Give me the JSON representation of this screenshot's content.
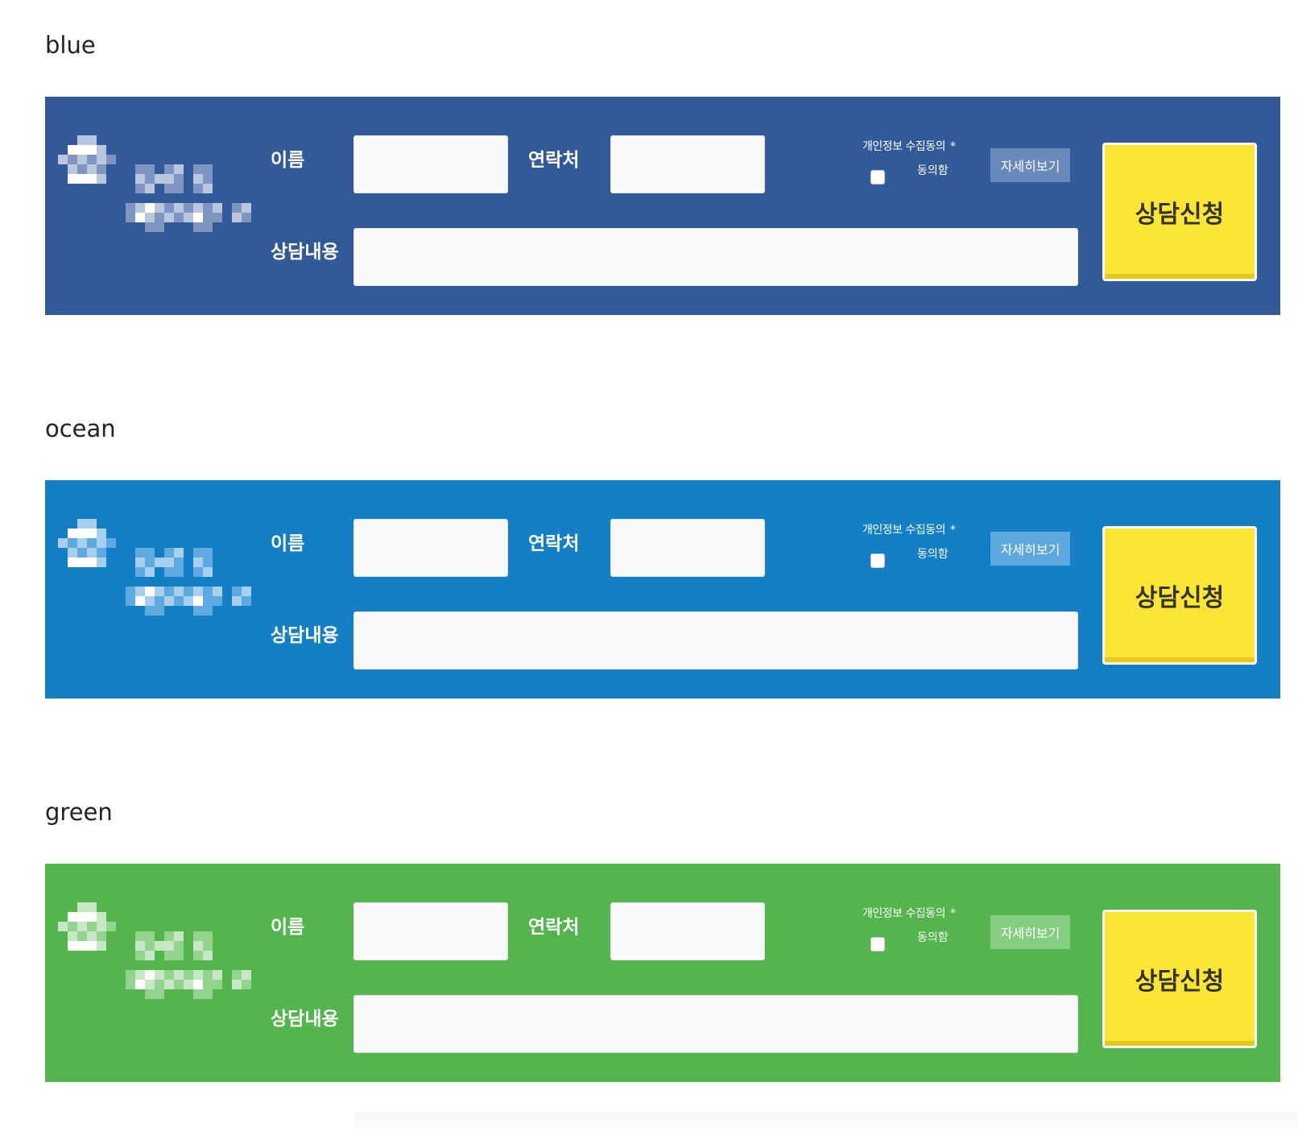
{
  "form": {
    "name_label": "이름",
    "phone_label": "연락처",
    "content_label": "상담내용",
    "agree_title": "개인정보 수집동의",
    "agree_required_mark": "*",
    "agree_checkbox_label": "동의함",
    "detail_button_label": "자세히보기",
    "submit_button_label": "상담신청"
  },
  "sections": [
    {
      "title": "blue",
      "colors": {
        "background": "#325a98",
        "detail_button": "#6a89bb",
        "logo_light": "#ffffff",
        "logo_mid": "#b8c6de",
        "logo_dark": "#7e96c0"
      }
    },
    {
      "title": "ocean",
      "colors": {
        "background": "#157fc5",
        "detail_button": "#5da8dc",
        "logo_light": "#ffffff",
        "logo_mid": "#a6d0ee",
        "logo_dark": "#5ea9df"
      }
    },
    {
      "title": "green",
      "colors": {
        "background": "#54b54e",
        "detail_button": "#85cd80",
        "logo_light": "#ffffff",
        "logo_mid": "#c5e8c2",
        "logo_dark": "#92d38d"
      }
    }
  ],
  "accent": {
    "submit_background": "#fde633",
    "field_background": "#f9f9f9"
  }
}
